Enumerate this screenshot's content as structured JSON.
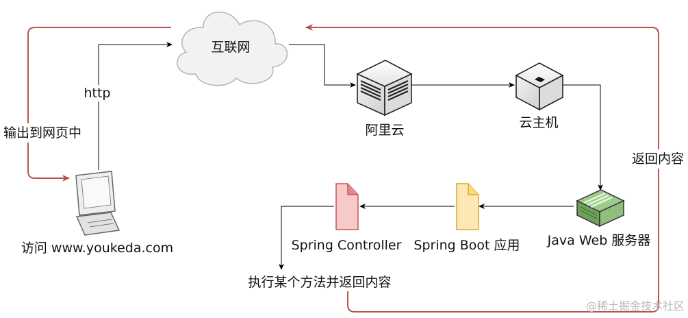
{
  "nodes": {
    "internet": {
      "label": "互联网",
      "icon": "cloud-icon"
    },
    "aliyun": {
      "label": "阿里云",
      "icon": "server-icon"
    },
    "cloud_host": {
      "label": "云主机",
      "icon": "virtual-machine-icon"
    },
    "java_web_server": {
      "label": "Java Web 服务器",
      "icon": "web-server-icon"
    },
    "spring_boot": {
      "label": "Spring Boot 应用",
      "icon": "document-icon",
      "color": "#f6c74a"
    },
    "spring_controller": {
      "label": "Spring Controller",
      "icon": "document-icon",
      "color": "#e06b6b"
    },
    "method": {
      "label": "执行某个方法并返回内容"
    },
    "computer": {
      "label": "访问 www.youkeda.com",
      "icon": "computer-icon"
    }
  },
  "edges": {
    "http": {
      "label": "http"
    },
    "output": {
      "label": "输出到网页中"
    },
    "return": {
      "label": "返回内容"
    }
  },
  "colors": {
    "request_line": "#000000",
    "return_line": "#b85450"
  },
  "watermark": "@稀土掘金技术社区"
}
